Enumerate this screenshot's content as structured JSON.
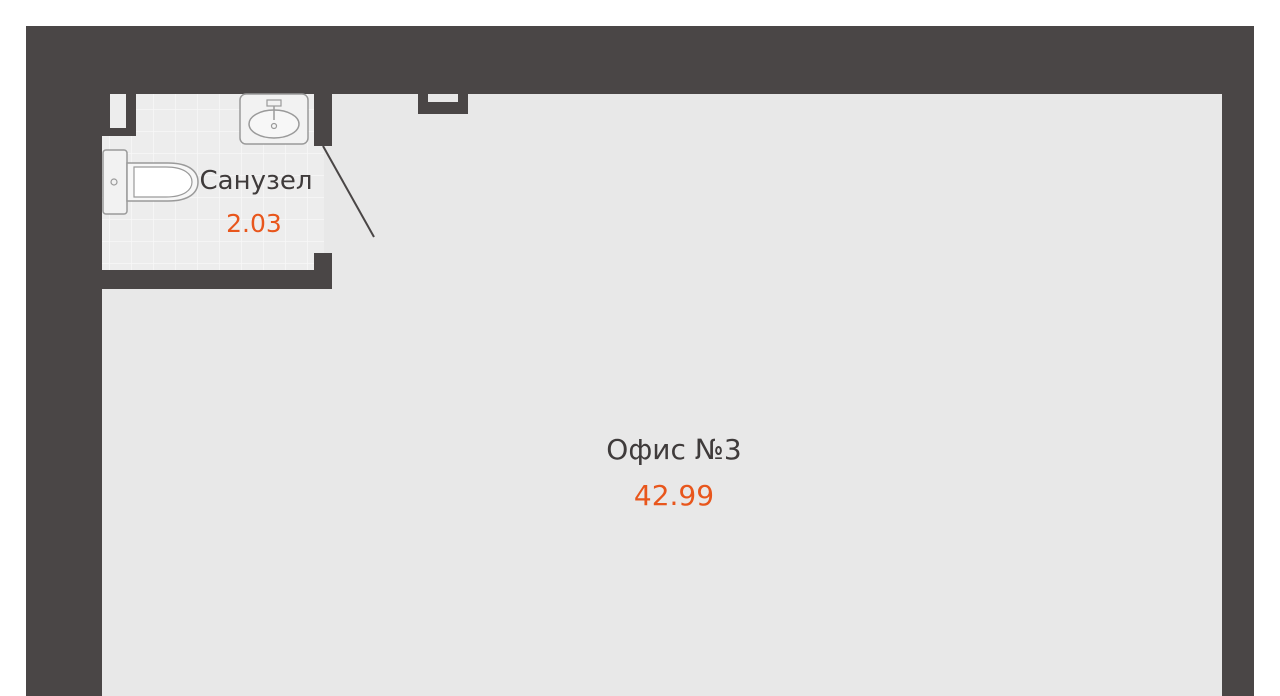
{
  "plan": {
    "colors": {
      "wall": "#4a4646",
      "floor": "#e8e8e8",
      "bathroom_tile": "#ededed",
      "tile_grid": "#f8f8f8",
      "fixture_stroke": "#9a9a9a",
      "label": "#3f3b3b",
      "area": "#e8561c"
    },
    "rooms": {
      "bathroom": {
        "name": "Санузел",
        "area": "2.03"
      },
      "office": {
        "name": "Офис №3",
        "area": "42.99"
      }
    },
    "fixtures": [
      "toilet-icon",
      "sink-icon",
      "door-swing"
    ]
  }
}
